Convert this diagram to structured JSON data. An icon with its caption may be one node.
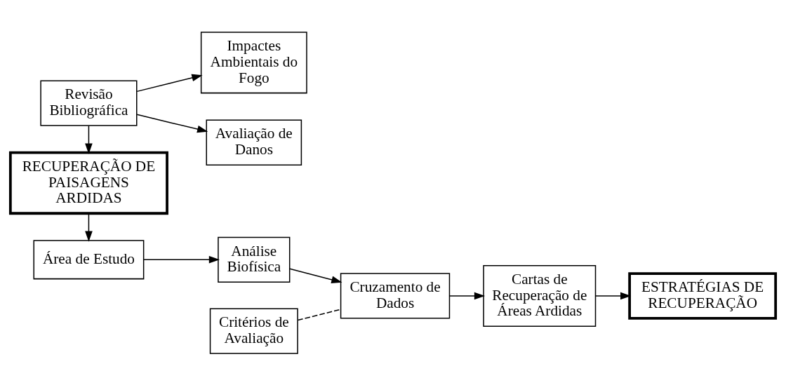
{
  "diagram": {
    "nodes": [
      {
        "text": [
          "Revisão Bibliográfica"
        ]
      },
      {
        "text": [
          "Impactes Ambientais do Fogo"
        ]
      },
      {
        "text": [
          "Avaliação de Danos"
        ]
      },
      {
        "text": [
          "RECUPERAÇÃO DE PAISAGENS ARDIDAS"
        ]
      },
      {
        "text": [
          "Critérios de Avaliação"
        ]
      },
      {
        "text": [
          "Área de Estudo"
        ]
      },
      {
        "text": [
          "Análise Biofísica"
        ]
      },
      {
        "text": [
          "Cruzamento de Dados"
        ]
      },
      {
        "text": [
          "Cartas de Recuperação de Áreas Ardidas"
        ]
      },
      {
        "text": [
          "ESTRATÉGIAS DE RECUPERAÇÃO"
        ]
      }
    ],
    "edges": [
      {
        "from": 0,
        "to": 1,
        "arrow": "to"
      },
      {
        "from": 0,
        "to": 2,
        "arrow": "to"
      },
      {
        "from": 0,
        "to": 3,
        "arrow": "to"
      },
      {
        "from": 3,
        "to": 5,
        "arrow": "to"
      },
      {
        "from": 5,
        "to": 6,
        "arrow": "to"
      },
      {
        "from": 6,
        "to": 7,
        "arrow": "to"
      },
      {
        "from": 4,
        "to": 7,
        "arrow": "none",
        "style": "dashed"
      },
      {
        "from": 7,
        "to": 8,
        "arrow": "to"
      },
      {
        "from": 8,
        "to": 9,
        "arrow": "to"
      }
    ]
  }
}
